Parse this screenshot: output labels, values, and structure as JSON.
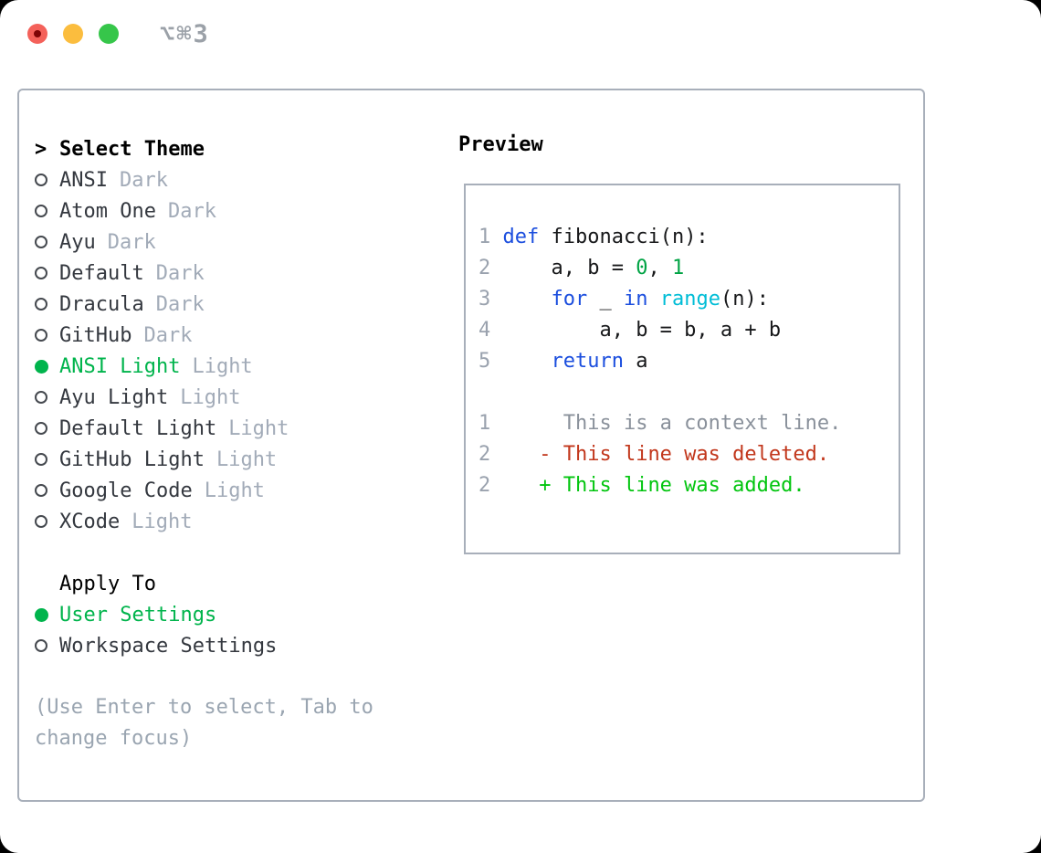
{
  "titlebar": {
    "shortcut": "⌥⌘3"
  },
  "theme_picker": {
    "header_prompt": ">",
    "header": "Select Theme",
    "themes": [
      {
        "name": "ANSI",
        "variant": "Dark",
        "selected": false
      },
      {
        "name": "Atom One",
        "variant": "Dark",
        "selected": false
      },
      {
        "name": "Ayu",
        "variant": "Dark",
        "selected": false
      },
      {
        "name": "Default",
        "variant": "Dark",
        "selected": false
      },
      {
        "name": "Dracula",
        "variant": "Dark",
        "selected": false
      },
      {
        "name": "GitHub",
        "variant": "Dark",
        "selected": false
      },
      {
        "name": "ANSI Light",
        "variant": "Light",
        "selected": true
      },
      {
        "name": "Ayu Light",
        "variant": "Light",
        "selected": false
      },
      {
        "name": "Default Light",
        "variant": "Light",
        "selected": false
      },
      {
        "name": "GitHub Light",
        "variant": "Light",
        "selected": false
      },
      {
        "name": "Google Code",
        "variant": "Light",
        "selected": false
      },
      {
        "name": "XCode",
        "variant": "Light",
        "selected": false
      }
    ],
    "apply_to": {
      "header": "Apply To",
      "options": [
        {
          "label": "User Settings",
          "selected": true
        },
        {
          "label": "Workspace Settings",
          "selected": false
        }
      ]
    },
    "hint": "(Use Enter to select, Tab to change focus)"
  },
  "preview": {
    "header": "Preview",
    "code_lines": [
      {
        "num": "1",
        "segs": [
          [
            "kw",
            "def"
          ],
          [
            "c",
            " fibonacci(n):"
          ]
        ]
      },
      {
        "num": "2",
        "segs": [
          [
            "c",
            "    a, b = "
          ],
          [
            "nu",
            "0"
          ],
          [
            "c",
            ", "
          ],
          [
            "nu",
            "1"
          ]
        ]
      },
      {
        "num": "3",
        "segs": [
          [
            "c",
            "    "
          ],
          [
            "kw",
            "for"
          ],
          [
            "c",
            " _ "
          ],
          [
            "kw",
            "in"
          ],
          [
            "c",
            " "
          ],
          [
            "bi",
            "range"
          ],
          [
            "c",
            "(n):"
          ]
        ]
      },
      {
        "num": "4",
        "segs": [
          [
            "c",
            "        a, b = b, a + b"
          ]
        ]
      },
      {
        "num": "5",
        "segs": [
          [
            "c",
            "    "
          ],
          [
            "kw",
            "return"
          ],
          [
            "c",
            " a"
          ]
        ]
      },
      {
        "num": "",
        "segs": []
      },
      {
        "num": "1",
        "segs": [
          [
            "ctx",
            "     This is a context line."
          ]
        ]
      },
      {
        "num": "2",
        "segs": [
          [
            "del",
            "   - This line was deleted."
          ]
        ]
      },
      {
        "num": "2",
        "segs": [
          [
            "add",
            "   + This line was added."
          ]
        ]
      }
    ]
  },
  "colors": {
    "selection_green": "#00b44c",
    "keyword_blue": "#1b4ede",
    "builtin_cyan": "#00bdd6",
    "number_green": "#00a344",
    "deleted_red": "#c2371c",
    "added_green": "#02c50f",
    "muted_gray": "#a2abb8",
    "panel_border": "#a8afba",
    "traffic_red": "#f4615a",
    "traffic_yellow": "#fbbd3e",
    "traffic_green": "#36c64a"
  }
}
